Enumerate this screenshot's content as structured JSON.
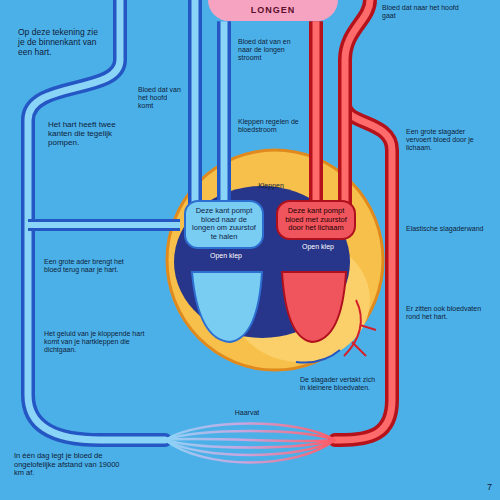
{
  "diagram": {
    "nodes": [
      {
        "text": [
          "LONGEN"
        ]
      },
      {
        "text": [
          "Deze kant pompt bloed naar de longen om zuurstof te halen"
        ]
      },
      {
        "text": [
          "Deze kant pompt bloed met zuurstof door het lichaam"
        ]
      }
    ],
    "edges": [
      {
        "from": 1,
        "to": 0,
        "arrow": "none"
      },
      {
        "from": 0,
        "to": 2,
        "arrow": "none"
      }
    ],
    "labels": [
      "Op deze tekening zie je de binnenkant van een hart.",
      "Bloed dat van het hoofd komt",
      "Bloed dat van en naar de longen stroomt",
      "Bloed dat naar het hoofd gaat",
      "Het hart heeft twee kanten die tegelijk pompen.",
      "Kleppen regelen de bloedstroom",
      "Een grote slagader vervoert bloed door je lichaam.",
      "Kleppen",
      "Open klep",
      "Open klep",
      "Elastische slagaderwand",
      "Een grote ader brengt het bloed terug naar je hart.",
      "Er zitten ook bloedvaten rond het hart.",
      "Het geluid van je kloppende hart komt van je hartkleppen die dichtgaan.",
      "De slagader vertakt zich in kleinere bloedvaten.",
      "Haarvat",
      "In één dag legt je bloed de ongelofelijke afstand van 19000 km af.",
      "7"
    ]
  }
}
